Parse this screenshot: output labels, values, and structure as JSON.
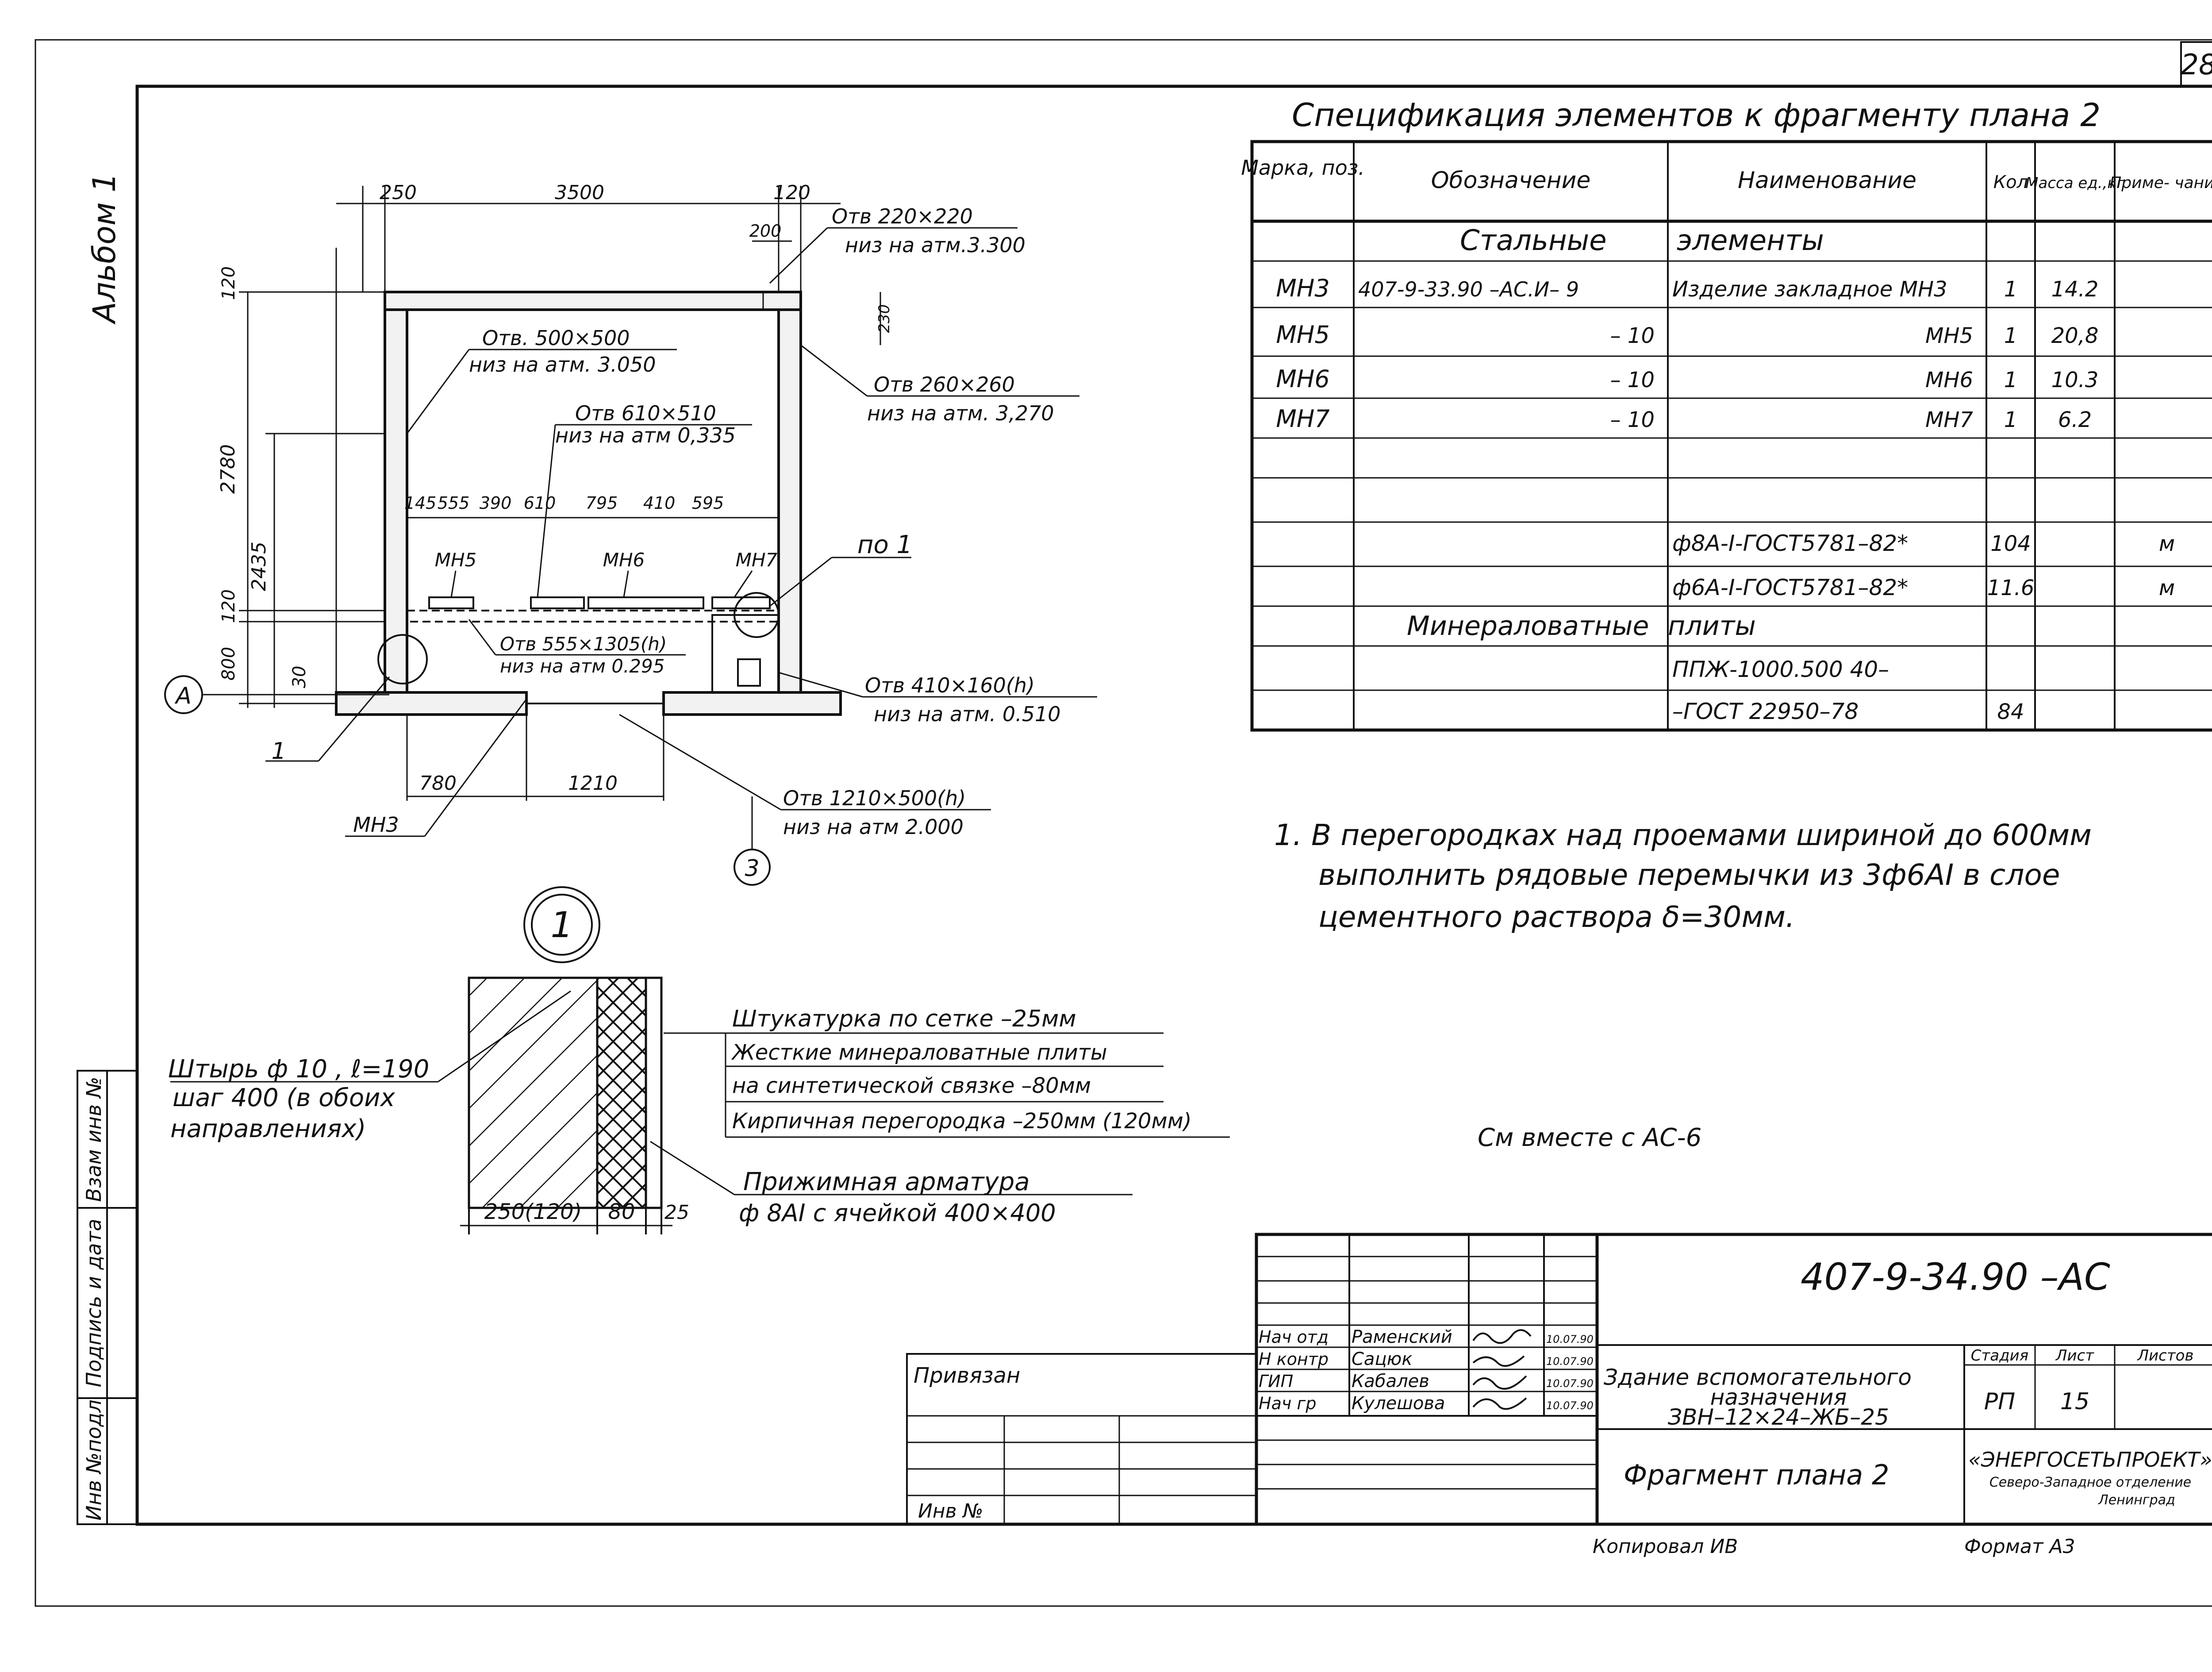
{
  "sheet": {
    "page_number": "28",
    "album_label": "Альбом 1",
    "side_labels": [
      "Инв №подл",
      "Подпись и дата",
      "Взам инв №"
    ],
    "footer_copied": "Копировал ИВ",
    "footer_format": "Формат А3"
  },
  "plan": {
    "dims_top": [
      "250",
      "3500",
      "120"
    ],
    "dim_200": "200",
    "dim_230": "230",
    "dims_left": [
      "120",
      "2780",
      "2435",
      "120",
      "800",
      "30"
    ],
    "dims_inner": [
      "145",
      "555",
      "390",
      "610",
      "795",
      "410",
      "595"
    ],
    "dims_bottom": [
      "780",
      "1210"
    ],
    "item_marks": [
      "МН5",
      "МН6",
      "МН7"
    ],
    "mh3": "МН3",
    "axis": "А",
    "callout_1": "1",
    "callout_3": "3",
    "po1": "по 1",
    "notes": [
      {
        "l1": "Отв  220×220",
        "l2": "низ на атм.3.300"
      },
      {
        "l1": "Отв. 500×500",
        "l2": "низ на атм. 3.050"
      },
      {
        "l1": "Отв 260×260",
        "l2": "низ на атм. 3,270"
      },
      {
        "l1": "Отв 610×510",
        "l2": "низ на атм 0,335"
      },
      {
        "l1": "Отв 555×1305(h)",
        "l2": "низ на  атм 0.295"
      },
      {
        "l1": "Отв  410×160(h)",
        "l2": "низ на атм. 0.510"
      },
      {
        "l1": "Отв 1210×500(h)",
        "l2": "низ на атм 2.000"
      }
    ]
  },
  "detail": {
    "number": "1",
    "dims": [
      "250(120)",
      "80",
      "25"
    ],
    "pin_lines": [
      "Штырь ф 10 , ℓ=190",
      "шаг 400 (в обоих",
      "направлениях)"
    ],
    "layers": [
      "Штукатурка по сетке  –25мм",
      "Жесткие минераловатные плиты",
      "на синтетической связке  –80мм",
      "Кирпичная перегородка  –250мм (120мм)"
    ],
    "clamp_lines": [
      "Прижимная  арматура",
      "ф 8AI с ячейкой    400×400"
    ]
  },
  "spec": {
    "title": "Спецификация элементов к фрагменту плана 2",
    "headers": [
      "Марка, поз.",
      "Обозначение",
      "Наименование",
      "Кол",
      "Масса ед.,кг",
      "Приме- чание"
    ],
    "rows": [
      {
        "section": "Стальные",
        "section2": "элементы"
      },
      {
        "mark": "МН3",
        "code": "407-9-33.90 –АС.И– 9",
        "name": "Изделие закладное МН3",
        "qty": "1",
        "mass": "14.2",
        "note": ""
      },
      {
        "mark": "МН5",
        "code": "– 10",
        "name": "МН5",
        "qty": "1",
        "mass": "20,8",
        "note": ""
      },
      {
        "mark": "МН6",
        "code": "– 10",
        "name": "МН6",
        "qty": "1",
        "mass": "10.3",
        "note": ""
      },
      {
        "mark": "МН7",
        "code": "– 10",
        "name": "МН7",
        "qty": "1",
        "mass": "6.2",
        "note": ""
      },
      {
        "mark": "",
        "code": "",
        "name": "",
        "qty": "",
        "mass": "",
        "note": ""
      },
      {
        "mark": "",
        "code": "",
        "name": "ф8А-I-ГОСТ5781–82*",
        "qty": "104",
        "mass": "",
        "note": "м"
      },
      {
        "mark": "",
        "code": "",
        "name": "ф6А-I-ГОСТ5781–82*",
        "qty": "11.6",
        "mass": "",
        "note": "м"
      },
      {
        "section": "Минераловатные",
        "section2": "плиты"
      },
      {
        "mark": "",
        "code": "",
        "name": "ППЖ-1000.500 40–",
        "qty": "",
        "mass": "",
        "note": ""
      },
      {
        "mark": "",
        "code": "",
        "name": "–ГОСТ 22950–78",
        "qty": "84",
        "mass": "",
        "note": ""
      }
    ]
  },
  "note": {
    "lines": [
      "1.  В перегородках над проемами шириной  до 600мм",
      "выполнить рядовые перемычки из 3ф6АI в слое",
      "цементного раствора  δ=30мм."
    ],
    "see_also": "См вместе с  АС-6"
  },
  "stamp": {
    "code": "407-9-34.90 –АС",
    "roles": [
      {
        "role": "Нач отд",
        "name": "Раменский",
        "date": "10.07.90"
      },
      {
        "role": "Н контр",
        "name": "Сацюк",
        "date": "10.07.90"
      },
      {
        "role": "ГИП",
        "name": "Кабалев",
        "date": "10.07.90"
      },
      {
        "role": "Нач гр",
        "name": "Кулешова",
        "date": "10.07.90"
      }
    ],
    "building_lines": [
      "Здание вспомогательного",
      "назначения",
      "ЗВН–12×24–ЖБ–25"
    ],
    "stage_headers": [
      "Стадия",
      "Лист",
      "Листов"
    ],
    "stage": "РП",
    "sheet": "15",
    "sheets": "",
    "title": "Фрагмент  плана 2",
    "org": "«ЭНЕРГОСЕТЬПРОЕКТ»",
    "org_sub": "Северо-Западное отделение",
    "org_city": "Ленинград",
    "tied": "Привязан",
    "inv": "Инв №"
  }
}
